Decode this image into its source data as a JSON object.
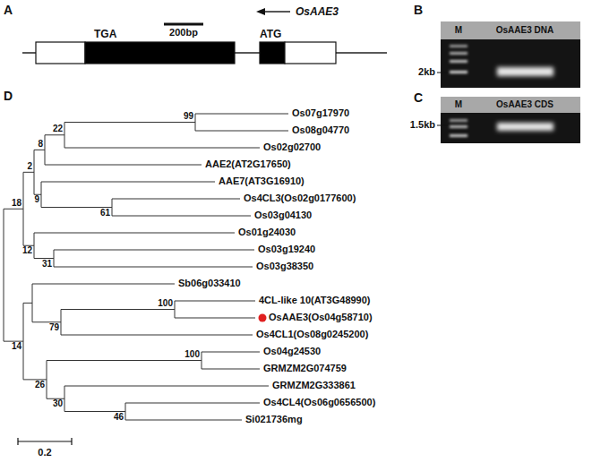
{
  "diagram": {
    "labels": [
      "A",
      "200bp",
      "OsAAE3",
      "TGA",
      "ATG",
      "B",
      "M",
      "OsAAE3 DNA",
      "2kb",
      "C",
      "M",
      "OsAAE3 CDS",
      "1.5kb",
      "D",
      "99",
      "Os07g17970",
      "Os08g04770",
      "22",
      "Os02g02700",
      "8",
      "AAE2(AT2G17650)",
      "2",
      "AAE7(AT3G16910)",
      "18",
      "9",
      "Os4CL3(Os02g0177600)",
      "61",
      "Os03g04130",
      "Os01g24030",
      "12",
      "Os03g19240",
      "31",
      "Os03g38350",
      "Sb06g033410",
      "100",
      "4CL-like 10(AT3G48990)",
      "79",
      "OsAAE3(Os04g58710)",
      "Os4CL1(Os08g0245200)",
      "14",
      "100",
      "Os04g24530",
      "GRMZM2G074759",
      "26",
      "GRMZM2G333861",
      "30",
      "Os4CL4(Os06g0656500)",
      "46",
      "Si021736mg",
      "0.2"
    ]
  }
}
